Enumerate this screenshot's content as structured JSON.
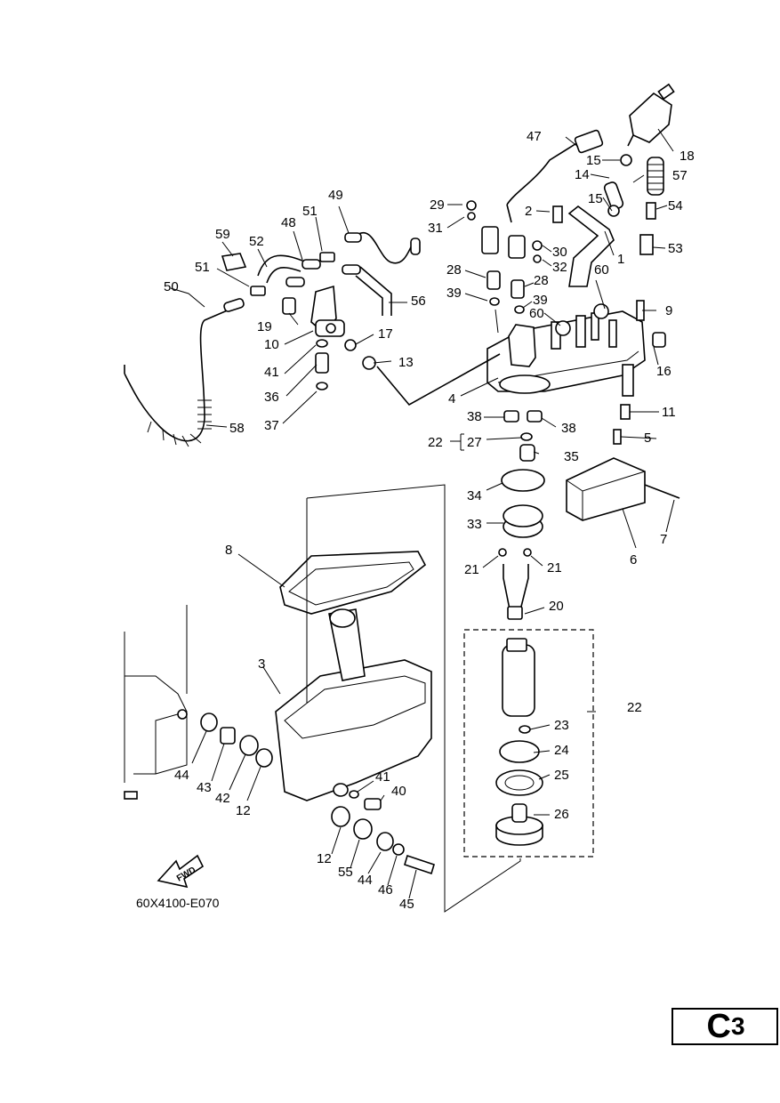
{
  "diagram_code": "60X4100-E070",
  "fwd_arrow_label": "FWD",
  "section_badge": {
    "letter": "C",
    "number": "3"
  },
  "labels": {
    "p1": "1",
    "p2": "2",
    "p3": "3",
    "p4": "4",
    "p5": "5",
    "p6": "6",
    "p7": "7",
    "p8": "8",
    "p9": "9",
    "p10": "10",
    "p11": "11",
    "p12a": "12",
    "p12b": "12",
    "p13": "13",
    "p14": "14",
    "p15a": "15",
    "p15b": "15",
    "p16": "16",
    "p17": "17",
    "p18": "18",
    "p19": "19",
    "p20": "20",
    "p21a": "21",
    "p21b": "21",
    "p22a": "22",
    "p22b": "22",
    "p23": "23",
    "p24": "24",
    "p25": "25",
    "p26": "26",
    "p27": "27",
    "p28a": "28",
    "p28b": "28",
    "p29": "29",
    "p30": "30",
    "p31": "31",
    "p32": "32",
    "p33": "33",
    "p34": "34",
    "p35": "35",
    "p36": "36",
    "p37": "37",
    "p38a": "38",
    "p38b": "38",
    "p39a": "39",
    "p39b": "39",
    "p40": "40",
    "p41a": "41",
    "p41b": "41",
    "p42": "42",
    "p43": "43",
    "p44a": "44",
    "p44b": "44",
    "p45": "45",
    "p46": "46",
    "p47": "47",
    "p48": "48",
    "p49": "49",
    "p50": "50",
    "p51a": "51",
    "p51b": "51",
    "p52": "52",
    "p53": "53",
    "p54": "54",
    "p55": "55",
    "p56": "56",
    "p57": "57",
    "p58": "58",
    "p59": "59",
    "p60a": "60",
    "p60b": "60"
  }
}
